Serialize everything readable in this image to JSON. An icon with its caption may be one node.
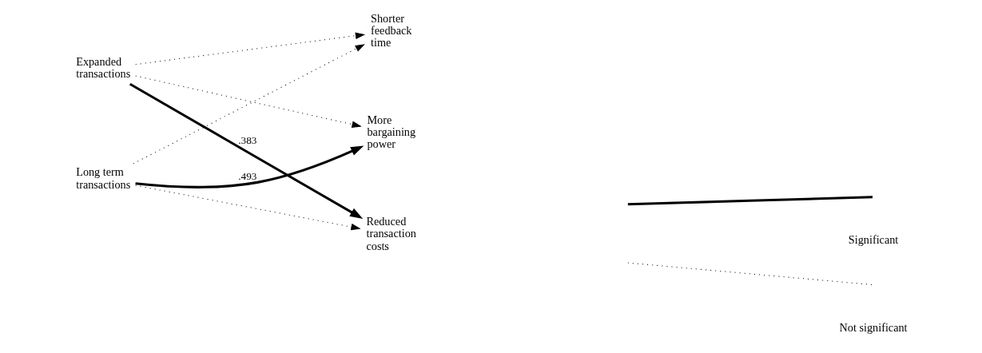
{
  "diagram": {
    "nodes": [
      {
        "text": [
          "Expanded transactions"
        ]
      },
      {
        "text": [
          "Long term transactions"
        ]
      },
      {
        "text": [
          "Shorter feedback time"
        ]
      },
      {
        "text": [
          "More bargaining power"
        ]
      },
      {
        "text": [
          "Reduced transaction costs"
        ]
      }
    ],
    "edges": [
      {
        "from": 0,
        "to": 2,
        "arrow": "to",
        "style": "dashed"
      },
      {
        "from": 0,
        "to": 3,
        "arrow": "to",
        "style": "dashed"
      },
      {
        "from": 0,
        "to": 4,
        "arrow": "to",
        "style": "thick",
        "label": ".383"
      },
      {
        "from": 1,
        "to": 2,
        "arrow": "to",
        "style": "dashed"
      },
      {
        "from": 1,
        "to": 3,
        "arrow": "to",
        "style": "thick",
        "label": ".493"
      },
      {
        "from": 1,
        "to": 4,
        "arrow": "to",
        "style": "dashed"
      }
    ],
    "legend": [
      {
        "text": "Significant"
      },
      {
        "text": "Not significant"
      }
    ]
  }
}
